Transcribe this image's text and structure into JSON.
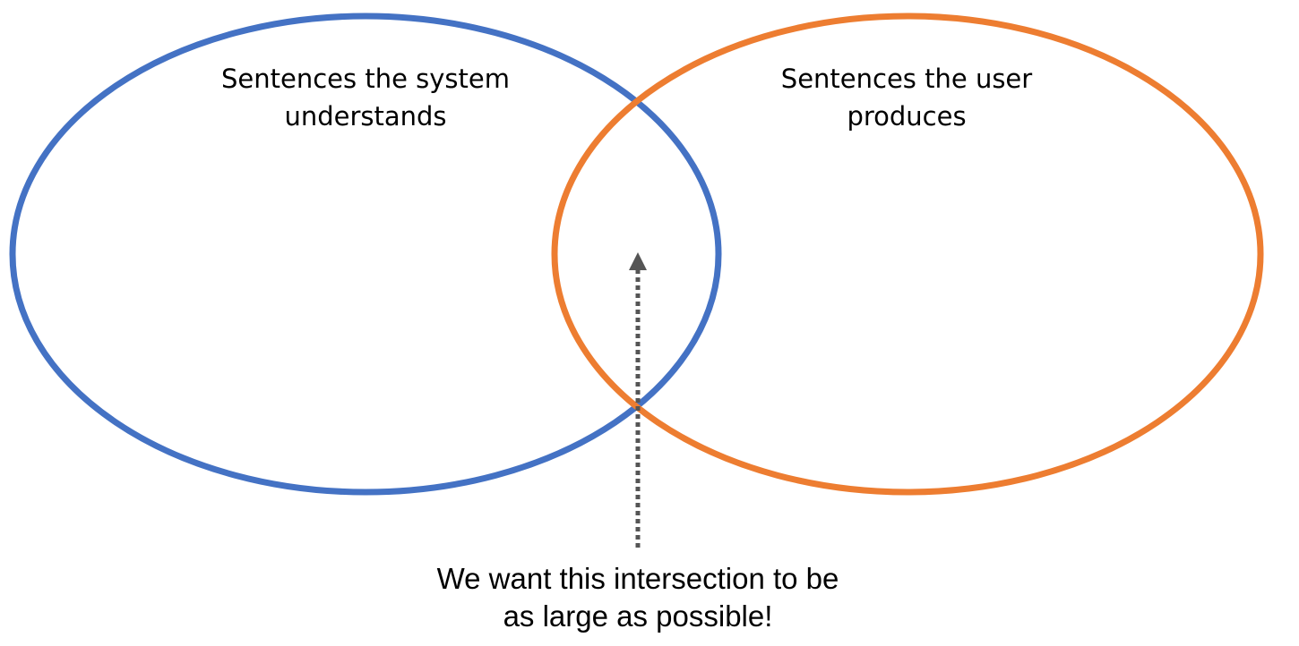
{
  "sets": [
    {
      "name": "system",
      "label_lines": [
        "Sentences the system",
        "understands"
      ],
      "color": "#4472c4"
    },
    {
      "name": "user",
      "label_lines": [
        "Sentences the user",
        "produces"
      ],
      "color": "#ed7d31"
    }
  ],
  "arrow": {
    "color": "#555555",
    "style": "dotted"
  },
  "caption_lines": [
    "We want this intersection to be",
    "as large as possible!"
  ]
}
